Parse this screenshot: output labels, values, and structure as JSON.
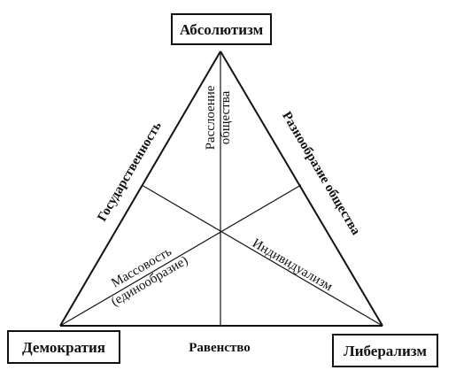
{
  "vertices": {
    "top": "Абсолютизм",
    "left": "Демократия",
    "right": "Либерализм"
  },
  "sides": {
    "left": "Государственность",
    "right": "Разнообразие общества",
    "bottom": "Равенство"
  },
  "inner": {
    "top_line1": "Расслоение",
    "top_line2": "общества",
    "left_line1": "Массовость",
    "left_line2": "(единообразие)",
    "right": "Индивидуализм"
  },
  "colors": {
    "stroke": "#111111",
    "background": "#ffffff"
  }
}
